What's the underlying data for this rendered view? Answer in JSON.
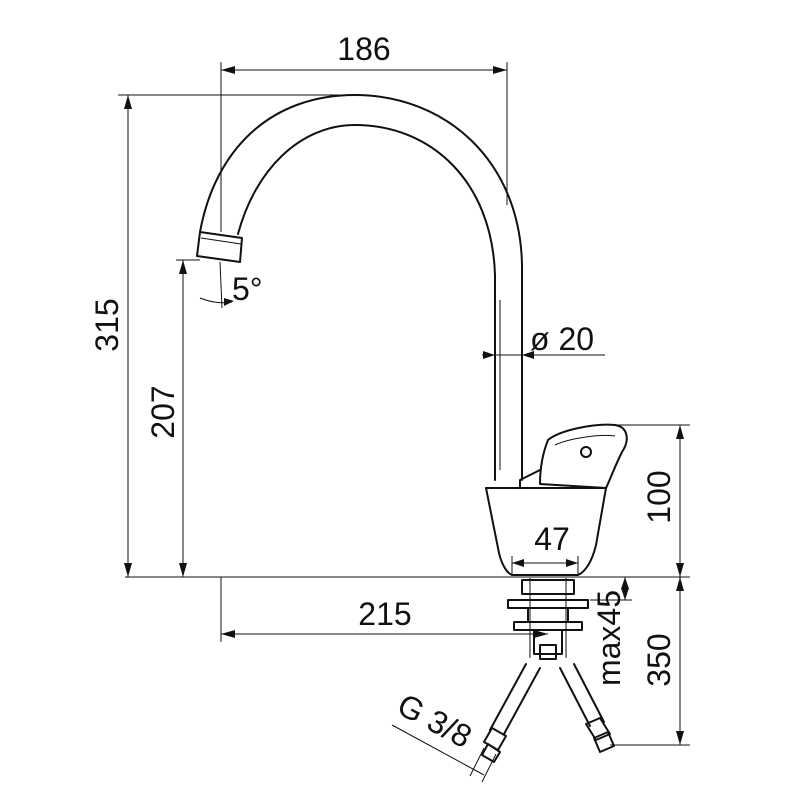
{
  "dimensions": {
    "width_top": "186",
    "height_total": "315",
    "spout_height": "207",
    "angle": "5°",
    "pipe_diameter": "ø 20",
    "body_height": "100",
    "base_width": "47",
    "reach": "215",
    "max_thickness": "max45",
    "hose_length": "350",
    "thread": "G 3/8"
  }
}
